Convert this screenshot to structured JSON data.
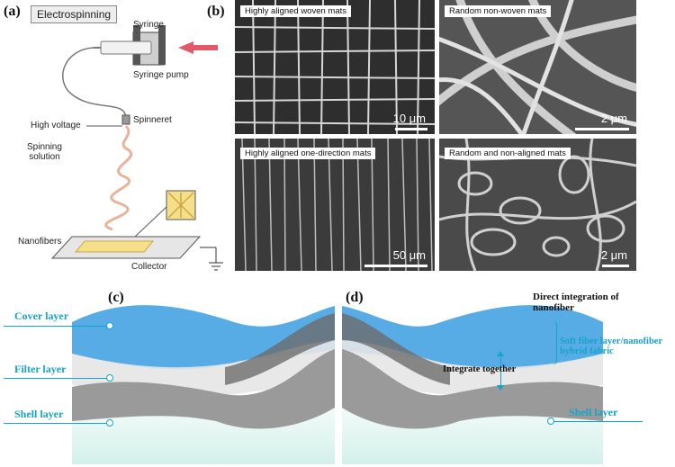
{
  "panel_a": {
    "label": "(a)",
    "title": "Electrospinning",
    "labels": {
      "syringe": "Syringe",
      "syringe_pump": "Syringe pump",
      "high_voltage": "High voltage",
      "spinneret": "Spinneret",
      "spinning_solution": "Spinning\nsolution",
      "nanofibers": "Nanofibers",
      "collector": "Collector"
    }
  },
  "panel_b": {
    "label": "(b)",
    "images": [
      {
        "title": "Highly aligned woven mats",
        "scale": "10 μm"
      },
      {
        "title": "Random non-woven mats",
        "scale": "2 μm"
      },
      {
        "title": "Highly aligned one-direction mats",
        "scale": "50 μm"
      },
      {
        "title": "Random and non-aligned mats",
        "scale": "2 μm"
      }
    ]
  },
  "panel_c": {
    "label": "(c)",
    "layers": [
      "Cover layer",
      "Filter layer",
      "Shell layer"
    ]
  },
  "panel_d": {
    "label": "(d)",
    "direct": "Direct integration of\nnanofiber",
    "hybrid": "Soft fiber layer/nanofiber\nhybrid fabric",
    "integrate": "Integrate together",
    "shell": "Shell layer"
  },
  "colors": {
    "accent": "#17a3c9",
    "cover": "#2b8fd6",
    "shell": "#8a8a8a",
    "bg_teal": "#d4f0ea"
  }
}
